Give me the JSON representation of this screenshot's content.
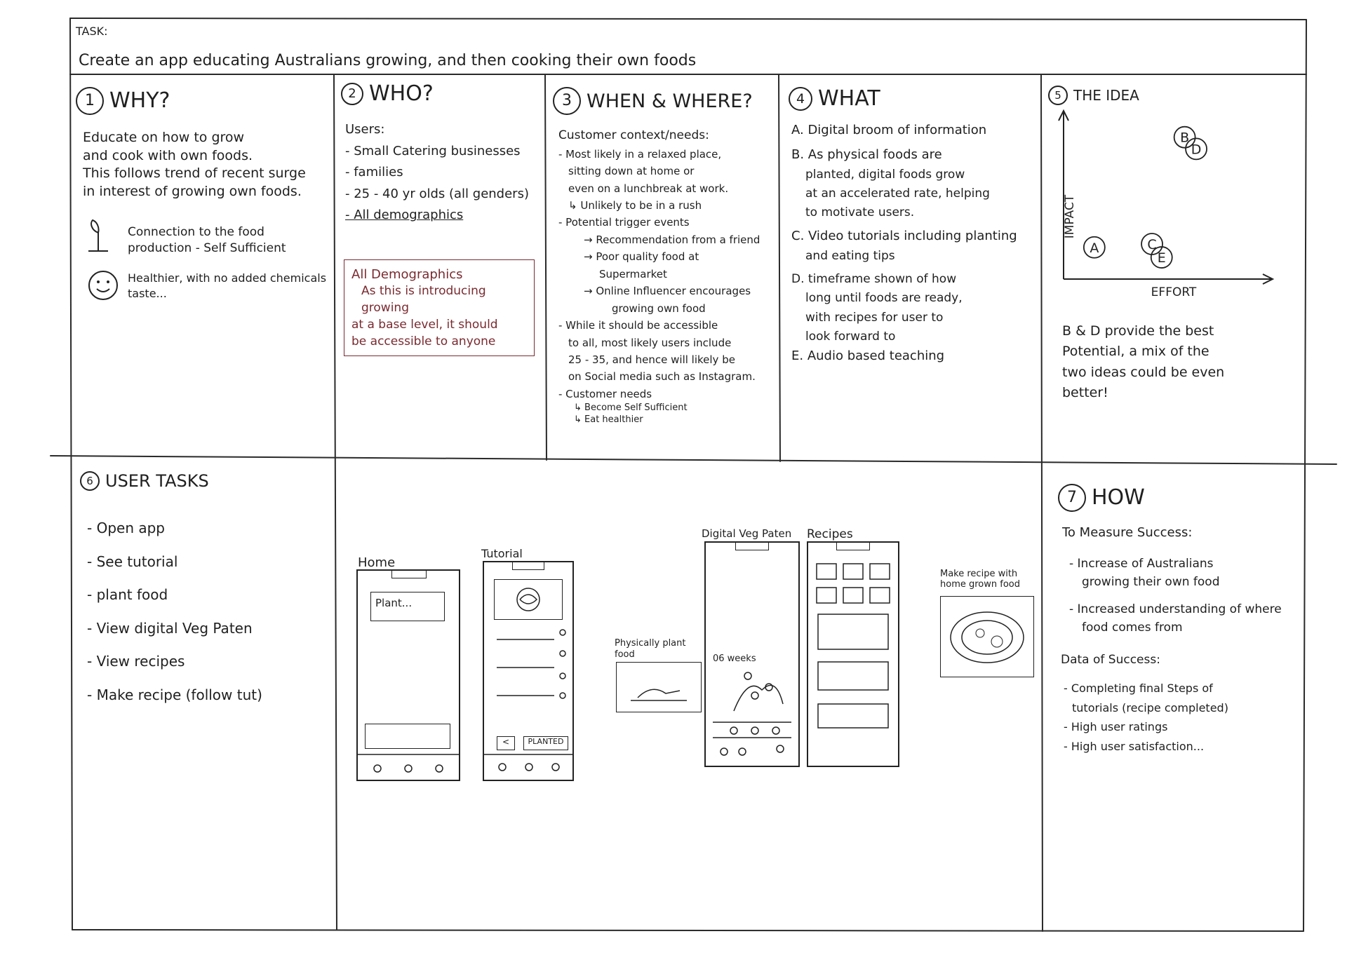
{
  "task": {
    "label": "TASK:",
    "text": "Create an app educating Australians growing, and then cooking their own foods"
  },
  "why": {
    "number": "1",
    "title": "WHY?",
    "lines": [
      "Educate on how to grow",
      "and cook with own foods.",
      "This follows trend of recent surge",
      "in interest of growing own foods."
    ],
    "point1": [
      "Connection to the food",
      "production - Self Sufficient"
    ],
    "point2": [
      "Healthier, with no added chemicals",
      "taste..."
    ],
    "icons": [
      "sprout-icon",
      "smiley-icon"
    ]
  },
  "who": {
    "number": "2",
    "title": "WHO?",
    "lines": [
      "Users:",
      "- Small Catering businesses",
      "- families",
      "- 25 - 40 yr olds (all genders)",
      "- All demographics"
    ],
    "note_lines": [
      "All Demographics",
      "As this is introducing growing",
      "at a base level, it should",
      "be accessible to anyone"
    ],
    "note_color": "#7a2a30"
  },
  "when_where": {
    "number": "3",
    "title": "WHEN & WHERE?",
    "lines": [
      "Customer context/needs:",
      "- Most likely in a relaxed place,",
      "sitting down at home or",
      "even on a lunchbreak at work.",
      "↳ Unlikely to be in a rush",
      "- Potential trigger events",
      "→ Recommendation from a friend",
      "→ Poor quality food at",
      "Supermarket",
      "→ Online Influencer encourages",
      "growing own food",
      "- While it should be accessible",
      "to all, most likely users include",
      "25 - 35, and hence will likely be",
      "on Social media such as Instagram.",
      "- Customer needs",
      "↳ Become Self Sufficient",
      "↳ Eat healthier"
    ]
  },
  "what": {
    "number": "4",
    "title": "WHAT",
    "lines": [
      "A. Digital broom of information",
      "B. As physical foods are",
      "planted, digital foods grow",
      "at an accelerated rate, helping",
      "to motivate users.",
      "C. Video tutorials including planting",
      "and eating tips",
      "D. timeframe shown of how",
      "long until foods are ready,",
      "with recipes for user to",
      "look forward to",
      "E. Audio based teaching"
    ]
  },
  "idea": {
    "number": "5",
    "title": "THE IDEA",
    "conclusion": [
      "B & D provide the best",
      "Potential, a mix of the",
      "two ideas could be even",
      "better!"
    ]
  },
  "chart_data": {
    "type": "scatter",
    "title": "",
    "xlabel": "EFFORT",
    "ylabel": "IMPACT",
    "xlim": [
      0,
      10
    ],
    "ylim": [
      0,
      10
    ],
    "points": [
      {
        "label": "A",
        "x": 1.6,
        "y": 1.9
      },
      {
        "label": "B",
        "x": 6.3,
        "y": 8.5
      },
      {
        "label": "C",
        "x": 4.6,
        "y": 2.1
      },
      {
        "label": "D",
        "x": 6.9,
        "y": 7.8
      },
      {
        "label": "E",
        "x": 5.1,
        "y": 1.3
      }
    ]
  },
  "user_tasks": {
    "number": "6",
    "title": "USER TASKS",
    "items": [
      "- Open app",
      "- See tutorial",
      "- plant food",
      "- View digital Veg Paten",
      "- View recipes",
      "- Make recipe (follow tut)"
    ]
  },
  "sketches": {
    "home": {
      "label": "Home",
      "card_text": "Plant..."
    },
    "tutorial": {
      "label": "Tutorial",
      "button_text": "PLANTED",
      "back_text": "<"
    },
    "physical": {
      "label": "Physically plant food"
    },
    "veg_patch": {
      "label": "Digital Veg Paten",
      "timer": "06 weeks"
    },
    "recipes": {
      "label": "Recipes"
    },
    "make_recipe": {
      "label": "Make recipe with home grown food"
    }
  },
  "how": {
    "number": "7",
    "title": "HOW",
    "heading": "To Measure Success:",
    "measures": [
      "- Increase of Australians",
      "growing their own food",
      "- Increased understanding of where",
      "food comes from"
    ],
    "data_heading": "Data of Success:",
    "data": [
      "- Completing final Steps of",
      "tutorials (recipe completed)",
      "- High user ratings",
      "- High user satisfaction..."
    ]
  }
}
